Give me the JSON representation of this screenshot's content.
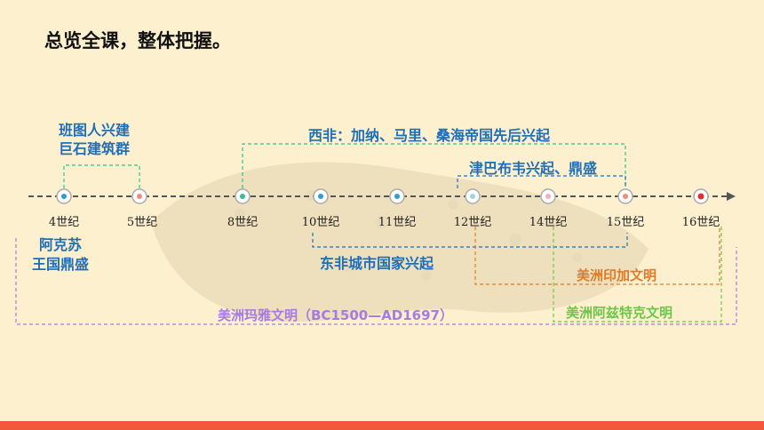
{
  "title": "总览全课，整体把握。",
  "timeline": {
    "ticks": [
      "4世纪",
      "5世纪",
      "8世纪",
      "10世纪",
      "11世纪",
      "12世纪",
      "14世纪",
      "15世纪",
      "16世纪"
    ]
  },
  "events": {
    "bantu": [
      "班图人兴建",
      "巨石建筑群"
    ],
    "west_africa": "西非：加纳、马里、桑海帝国先后兴起",
    "zimbabwe": "津巴布韦兴起、鼎盛",
    "aksum": [
      "阿克苏",
      "王国鼎盛"
    ],
    "east_africa": "东非城市国家兴起",
    "inca": "美洲印加文明",
    "maya": "美洲玛雅文明（BC1500—AD1697）",
    "aztec": "美洲阿兹特克文明"
  },
  "colors": {
    "blue_text": "#1e6fb8",
    "green_line": "#2fc28e",
    "inca": "#e07b28",
    "maya": "#a77be0",
    "aztec": "#6dc64a",
    "footer": "#f0573d",
    "background": "#fdf0cf"
  },
  "icons": {
    "watermark": "leopard-watermark-icon"
  }
}
